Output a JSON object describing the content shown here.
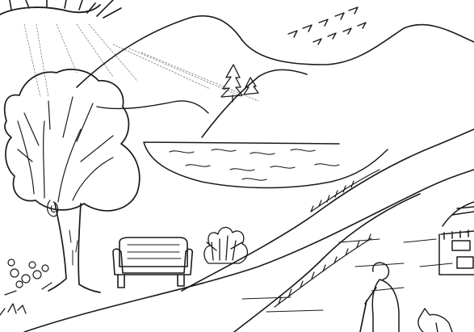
{
  "image": {
    "kind": "line-drawing",
    "palette": {
      "ink": "#1a1a1a",
      "pencil": "#6b6b6b",
      "paper": "#ffffff"
    },
    "elements": [
      "sun",
      "sun-rays",
      "mountains",
      "birds",
      "pine-trees",
      "lake",
      "large-tree",
      "bench",
      "bush",
      "flowers",
      "hills",
      "path",
      "fence",
      "house",
      "elderly-person-with-cane",
      "dog"
    ]
  }
}
